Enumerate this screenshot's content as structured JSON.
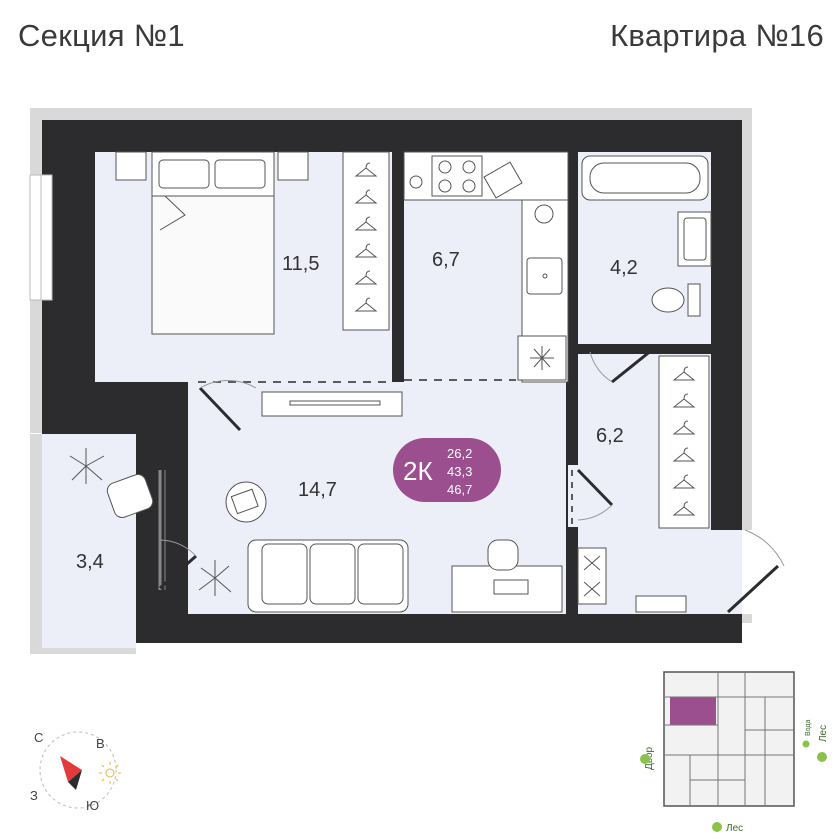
{
  "header": {
    "section": "Секция №1",
    "apartment": "Квартира №16"
  },
  "rooms": {
    "bedroom": "11,5",
    "kitchen": "6,7",
    "bathroom": "4,2",
    "living": "14,7",
    "hall": "6,2",
    "balcony": "3,4"
  },
  "badge": {
    "type": "2К",
    "living_area": "26,2",
    "area": "43,3",
    "total_area": "46,7",
    "color": "#9c4f8f"
  },
  "compass": {
    "north": "С",
    "east": "В",
    "west": "З",
    "south": "Ю"
  },
  "mini_plan": {
    "yard": "Двор",
    "forest_right": "Лес",
    "forest_bottom": "Лес",
    "water": "Вода",
    "highlight_color": "#9c4f8f"
  },
  "colors": {
    "wall": "#2c2c2e",
    "floor": "#eceef8",
    "accent": "#9c4f8f"
  }
}
